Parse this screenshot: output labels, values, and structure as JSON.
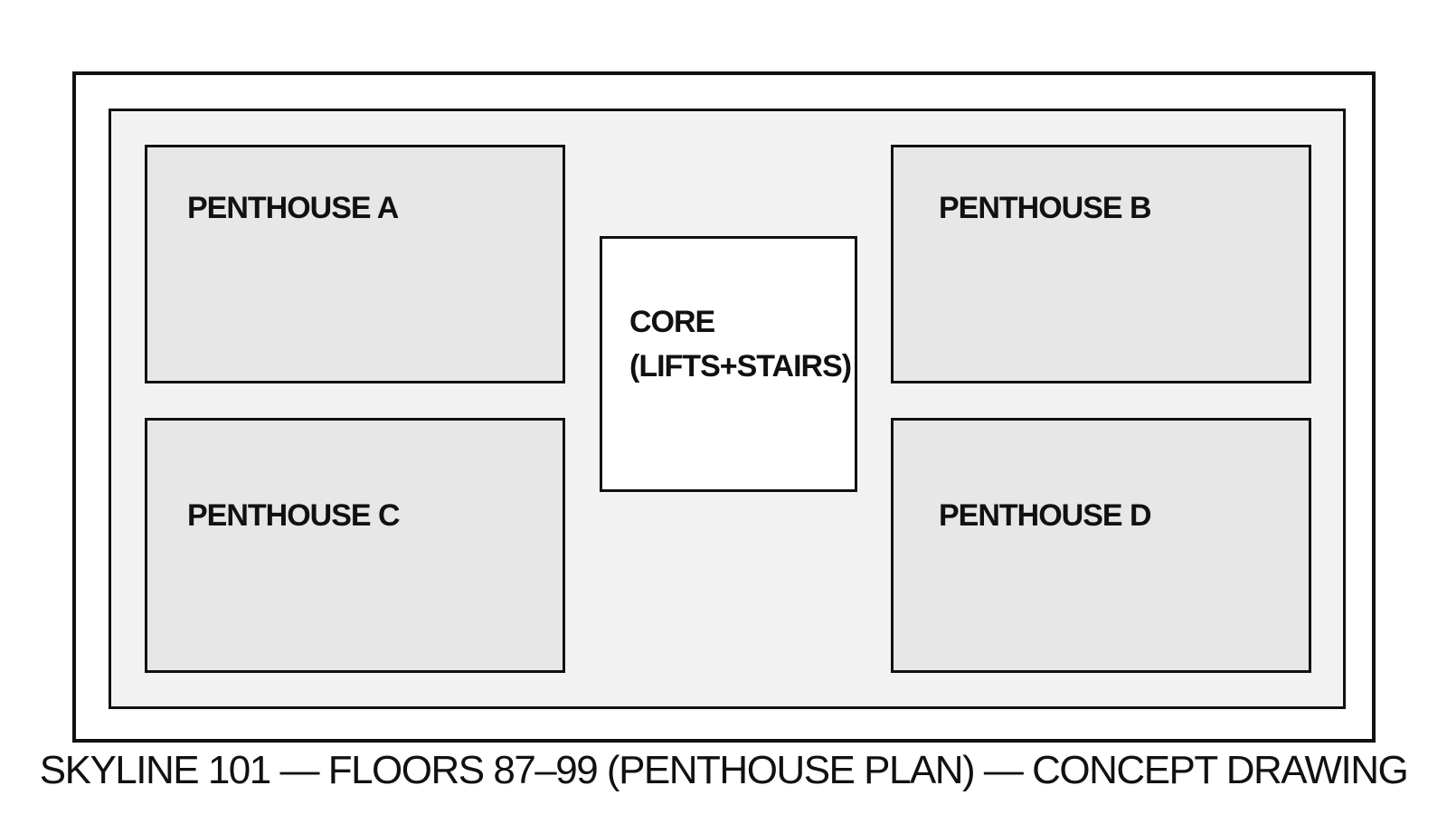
{
  "plan": {
    "units": {
      "a": "PENTHOUSE A",
      "b": "PENTHOUSE B",
      "c": "PENTHOUSE C",
      "d": "PENTHOUSE D"
    },
    "core": {
      "line1": "CORE",
      "line2": "(LIFTS+STAIRS)"
    }
  },
  "caption": "SKYLINE 101 — FLOORS 87–99 (PENTHOUSE PLAN) — CONCEPT DRAWING"
}
